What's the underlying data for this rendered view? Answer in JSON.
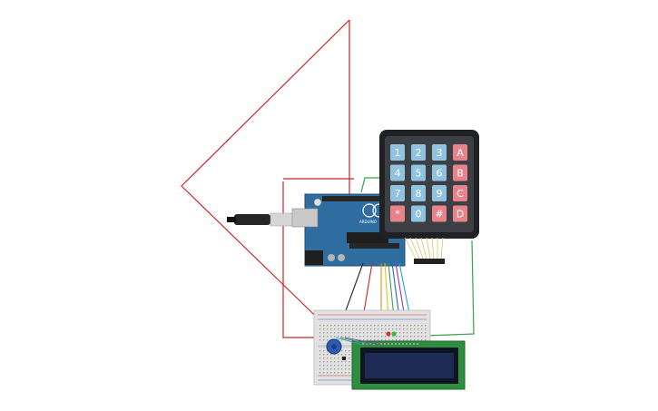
{
  "keypad": {
    "rows": [
      [
        "1",
        "2",
        "3",
        "A"
      ],
      [
        "4",
        "5",
        "6",
        "B"
      ],
      [
        "7",
        "8",
        "9",
        "C"
      ],
      [
        "*",
        "0",
        "#",
        "D"
      ]
    ],
    "colors": {
      "digit": "#8fc3e0",
      "letter": "#e8838a",
      "body": "#3c3f44",
      "frame": "#1f2124"
    }
  },
  "arduino": {
    "logo_text": "ARDUINO",
    "colors": {
      "board": "#2f6da0",
      "header": "#262626",
      "usb": "#c9c9c9"
    }
  },
  "lcd": {
    "colors": {
      "pcb": "#2f8d3f",
      "screen": "#1c2a54",
      "bezel": "#0f1523"
    }
  },
  "breadboard": {
    "colors": {
      "body": "#e2e2e2",
      "rail_red": "#d43b3b",
      "rail_blue": "#3b6ad4"
    }
  },
  "wires": {
    "colors": {
      "red": "#c8262a",
      "green": "#3aa04a",
      "black": "#222222",
      "orange": "#e58a1f",
      "yellow": "#e0c21a",
      "blue": "#2a66c8",
      "purple": "#8a3fb8",
      "cyan": "#26a5c8"
    }
  }
}
